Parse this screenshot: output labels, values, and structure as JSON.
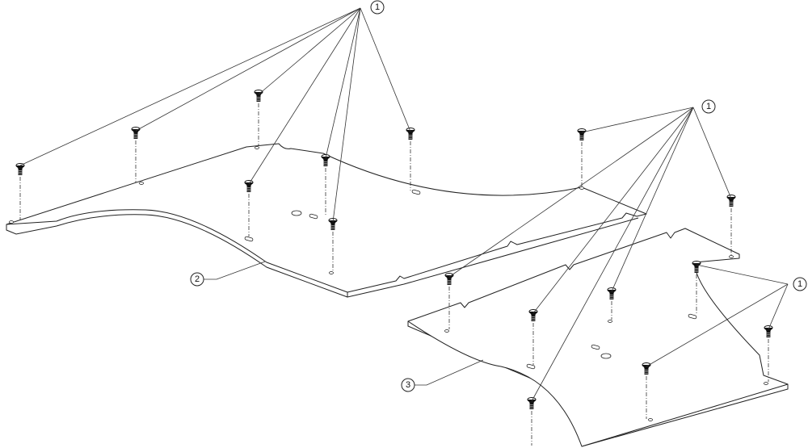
{
  "callouts": {
    "screw": "1",
    "panel_left": "2",
    "panel_right": "3"
  }
}
